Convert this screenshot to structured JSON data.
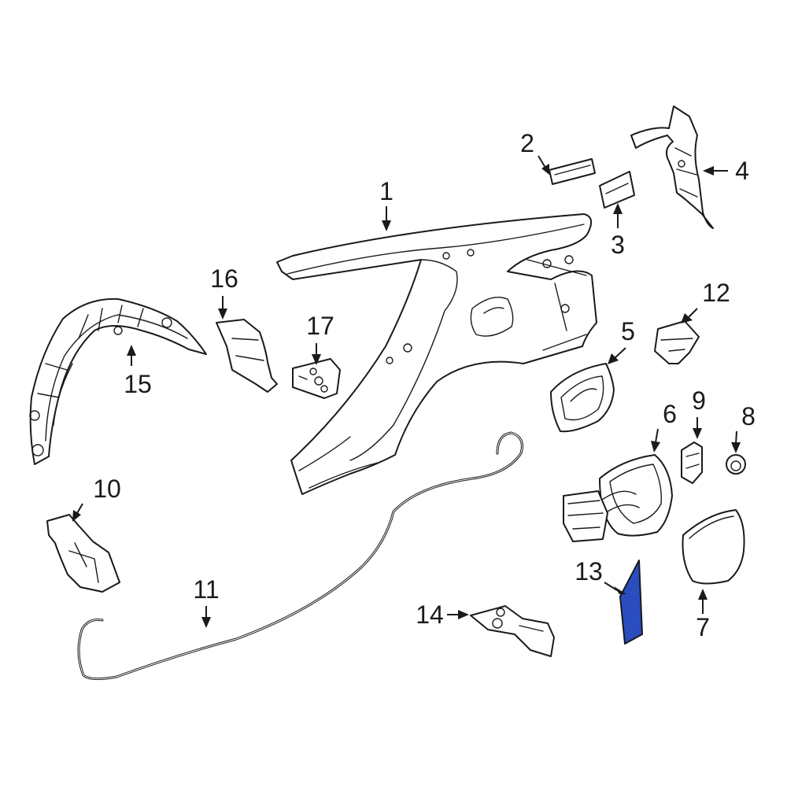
{
  "diagram": {
    "callouts": {
      "c1": "1",
      "c2": "2",
      "c3": "3",
      "c4": "4",
      "c5": "5",
      "c6": "6",
      "c7": "7",
      "c8": "8",
      "c9": "9",
      "c10": "10",
      "c11": "11",
      "c12": "12",
      "c13": "13",
      "c14": "14",
      "c15": "15",
      "c16": "16",
      "c17": "17"
    },
    "highlight_color": "#2a4dbf",
    "line_color": "#1a1a1a",
    "background_color": "#ffffff"
  }
}
